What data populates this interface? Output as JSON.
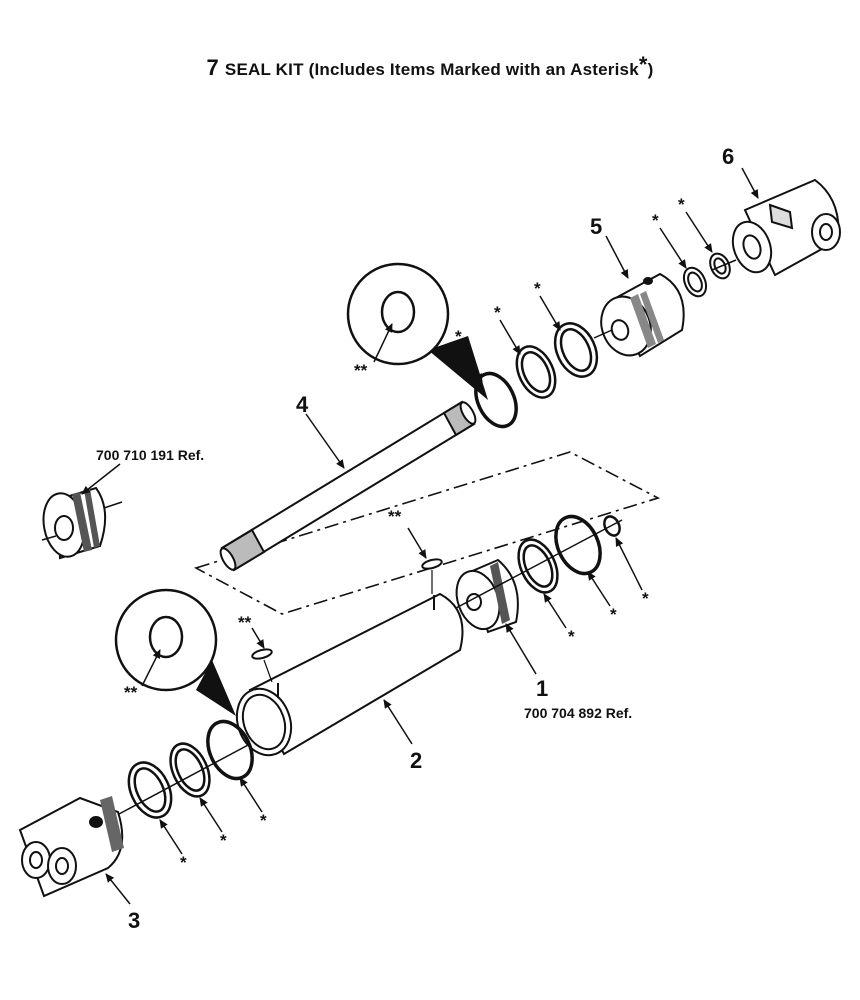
{
  "title": {
    "number": "7",
    "text": "SEAL KIT  (Includes Items Marked with an Asterisk",
    "asterisk": "*",
    "close": ")"
  },
  "callouts": {
    "item1": "1",
    "item2": "2",
    "item3": "3",
    "item4": "4",
    "item5": "5",
    "item6": "6"
  },
  "references": {
    "piston_ref": "700 710 191 Ref.",
    "item1_ref": "700 704 892 Ref."
  },
  "markers": {
    "single": "*",
    "double": "**"
  }
}
